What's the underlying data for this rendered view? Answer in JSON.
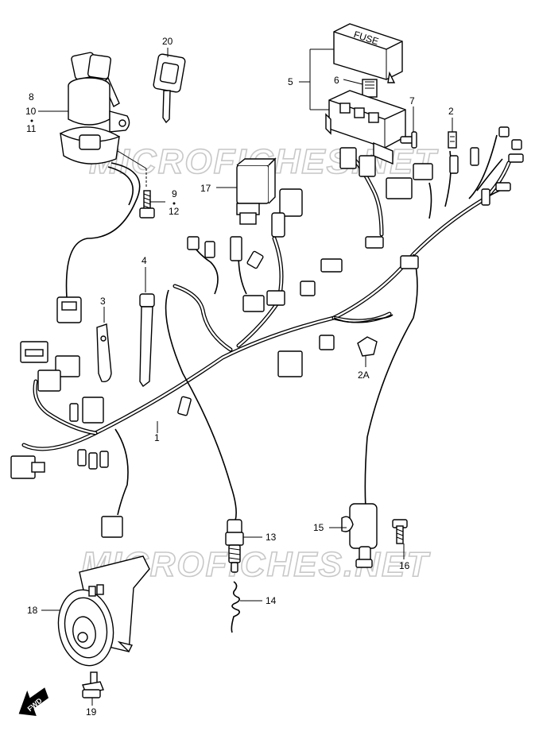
{
  "watermark": "MICROFICHES.NET",
  "fwd_label": "FWD",
  "fuse_text": "FUSE",
  "callouts": [
    {
      "id": "c20",
      "text": "20"
    },
    {
      "id": "c8",
      "text": "8"
    },
    {
      "id": "c10",
      "text": "10"
    },
    {
      "id": "c11",
      "text": "11"
    },
    {
      "id": "c9",
      "text": "9"
    },
    {
      "id": "c12",
      "text": "12"
    },
    {
      "id": "c17",
      "text": "17"
    },
    {
      "id": "c4",
      "text": "4"
    },
    {
      "id": "c3",
      "text": "3"
    },
    {
      "id": "c1",
      "text": "1"
    },
    {
      "id": "c5",
      "text": "5"
    },
    {
      "id": "c6",
      "text": "6"
    },
    {
      "id": "c7",
      "text": "7"
    },
    {
      "id": "c2",
      "text": "2"
    },
    {
      "id": "c2a",
      "text": "2A"
    },
    {
      "id": "c13",
      "text": "13"
    },
    {
      "id": "c14",
      "text": "14"
    },
    {
      "id": "c15",
      "text": "15"
    },
    {
      "id": "c16",
      "text": "16"
    },
    {
      "id": "c18",
      "text": "18"
    },
    {
      "id": "c19",
      "text": "19"
    }
  ]
}
